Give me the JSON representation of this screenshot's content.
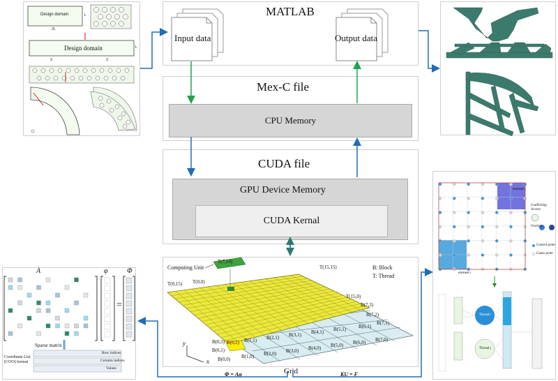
{
  "matlab": {
    "title": "MATLAB",
    "input": "Input data",
    "output": "Output data"
  },
  "mexc": {
    "title": "Mex-C file",
    "cpu": "CPU Memory"
  },
  "cuda": {
    "title": "CUDA file",
    "gpu": "GPU Device Memory",
    "kernel": "CUDA Kernal"
  },
  "design": {
    "domain1": "Design domain",
    "dim_a": "2L",
    "dim_b": "L",
    "domain2": "Design domain",
    "dim_c": "L",
    "dim_d": "3",
    "dim_e": "3"
  },
  "grid": {
    "computing_unit": "Computing Unit",
    "thread_top": "T(7,14)",
    "t_15_15": "T(15,15)",
    "t_0_15": "T(0,15)",
    "t_0_0": "T(0,0)",
    "t_15_0": "T(15,0)",
    "legend_block": "B: Block",
    "legend_thread": "T: Thread",
    "blocks": [
      "B(0,3)",
      "B(0,2)",
      "B(1,1)",
      "B(2,1)",
      "B(3,1)",
      "B(4,1)",
      "B(5,1)",
      "B(6,1)",
      "B(7,1)",
      "B(7,2)",
      "B(7,3)",
      "B(0,1)",
      "B(0,0)",
      "B(1,0)",
      "B(2,0)",
      "B(3,0)",
      "B(4,0)",
      "B(5,0)",
      "B(6,0)",
      "B(7,0)"
    ],
    "axis_x": "x",
    "axis_y": "y",
    "label": "Grid"
  },
  "matrix": {
    "A": "A",
    "phi": "φ",
    "Phi": "Φ",
    "equals": "=",
    "sparse": "Sparse matrix",
    "coo": "Coordinate List (COO) format",
    "rows": "Row indices",
    "cols": "Column indices",
    "vals": "Values"
  },
  "equations": {
    "left": "Φ = Aφ",
    "right": "KU = F"
  },
  "assembly": {
    "element_j": "element j",
    "element_i": "element i",
    "conflict": "Conflicting Access",
    "overlap": "Overlap",
    "control_point": "Control point",
    "gauss_point": "Gauss point",
    "thread_i": "Thread i",
    "thread_j": "Thread j"
  },
  "colors": {
    "arrow_blue": "#1f6db5",
    "arrow_green": "#23a24d",
    "teal": "#3c7a6e",
    "yellow": "#f2f000"
  }
}
